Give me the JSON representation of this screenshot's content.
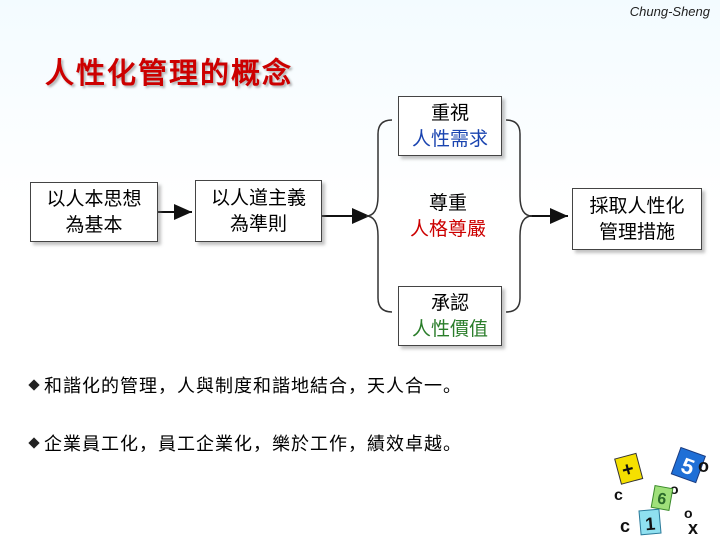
{
  "author": "Chung-Sheng",
  "title": "人性化管理的概念",
  "flow": {
    "step1": [
      "以人本思想",
      "為基本"
    ],
    "step2": [
      "以人道主義",
      "為準則"
    ],
    "aspect_top": {
      "line1": "重視",
      "line2": "人性需求"
    },
    "aspect_mid": {
      "line1": "尊重",
      "line2": "人格尊嚴"
    },
    "aspect_bottom": {
      "line1": "承認",
      "line2": "人性價值"
    },
    "result": [
      "採取人性化",
      "管理措施"
    ]
  },
  "bullets": [
    "和諧化的管理，人與制度和諧地結合，天人合一。",
    "企業員工化，員工企業化，樂於工作，績效卓越。"
  ],
  "colors": {
    "title": "#cc0000",
    "blue": "#1a44b0",
    "red": "#cc0000",
    "green": "#2a7d2a"
  },
  "decoration": {
    "icon": "math-symbols-decoration",
    "glyphs": [
      "+",
      "5",
      "o",
      "c",
      "6",
      "1",
      "x",
      "o"
    ]
  }
}
